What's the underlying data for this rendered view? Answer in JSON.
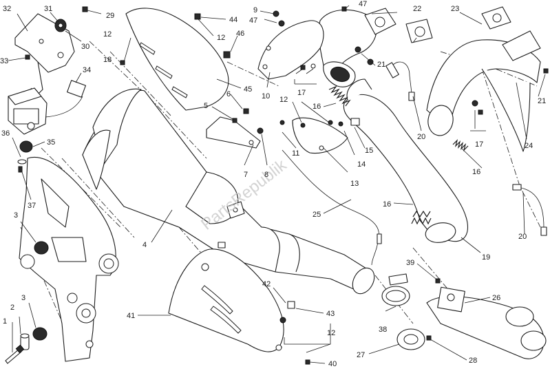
{
  "watermark": "PartsRepublik",
  "callouts": {
    "c1": "1",
    "c2": "2",
    "c3a": "3",
    "c3b": "3",
    "c4": "4",
    "c5": "5",
    "c6": "6",
    "c7": "7",
    "c8": "8",
    "c9": "9",
    "c10": "10",
    "c11": "11",
    "c12a": "12",
    "c12b": "12",
    "c12c": "12",
    "c12d": "12",
    "c13": "13",
    "c14": "14",
    "c15": "15",
    "c16a": "16",
    "c16b": "16",
    "c16c": "16",
    "c17a": "17",
    "c17b": "17",
    "c18": "18",
    "c19": "19",
    "c20a": "20",
    "c20b": "20",
    "c21a": "21",
    "c21b": "21",
    "c22": "22",
    "c23": "23",
    "c24": "24",
    "c25": "25",
    "c26": "26",
    "c27": "27",
    "c28": "28",
    "c29": "29",
    "c30": "30",
    "c31": "31",
    "c32": "32",
    "c33": "33",
    "c34": "34",
    "c35": "35",
    "c36": "36",
    "c37": "37",
    "c38": "38",
    "c39": "39",
    "c40": "40",
    "c41": "41",
    "c42": "42",
    "c43": "43",
    "c44": "44",
    "c45": "45",
    "c46": "46",
    "c47a": "47",
    "c47b": "47"
  }
}
